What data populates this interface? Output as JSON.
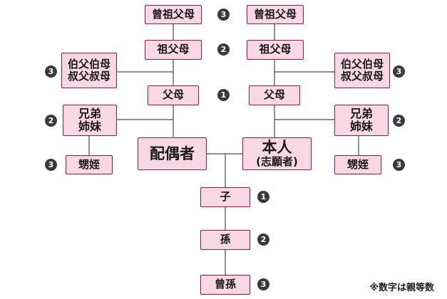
{
  "colors": {
    "box_fill": "#f7d8e3",
    "box_border": "#a3114f",
    "line": "#4a4a4a",
    "badge": "#3a3a3a"
  },
  "nodes": {
    "great_grandparents_left": {
      "label": "曾祖父母",
      "degree": "3"
    },
    "great_grandparents_right": {
      "label": "曾祖父母",
      "degree": "3"
    },
    "grandparents_left": {
      "label": "祖父母",
      "degree": "2"
    },
    "grandparents_right": {
      "label": "祖父母",
      "degree": "2"
    },
    "uncles_aunts_left": {
      "label": "伯父伯母\n叔父叔母",
      "degree": "3"
    },
    "uncles_aunts_right": {
      "label": "伯父伯母\n叔父叔母",
      "degree": "3"
    },
    "parents_left": {
      "label": "父母",
      "degree": "1"
    },
    "parents_right": {
      "label": "父母",
      "degree": "1"
    },
    "siblings_left": {
      "label": "兄弟\n姉妹",
      "degree": "2"
    },
    "siblings_right": {
      "label": "兄弟\n姉妹",
      "degree": "2"
    },
    "spouse": {
      "label": "配偶者"
    },
    "self": {
      "label": "本人",
      "sublabel": "(志願者)"
    },
    "nephews_nieces_left": {
      "label": "甥姪",
      "degree": "3"
    },
    "nephews_nieces_right": {
      "label": "甥姪",
      "degree": "3"
    },
    "child": {
      "label": "子",
      "degree": "1"
    },
    "grandchild": {
      "label": "孫",
      "degree": "2"
    },
    "great_grandchild": {
      "label": "曾孫",
      "degree": "3"
    }
  },
  "note": "※数字は親等数"
}
